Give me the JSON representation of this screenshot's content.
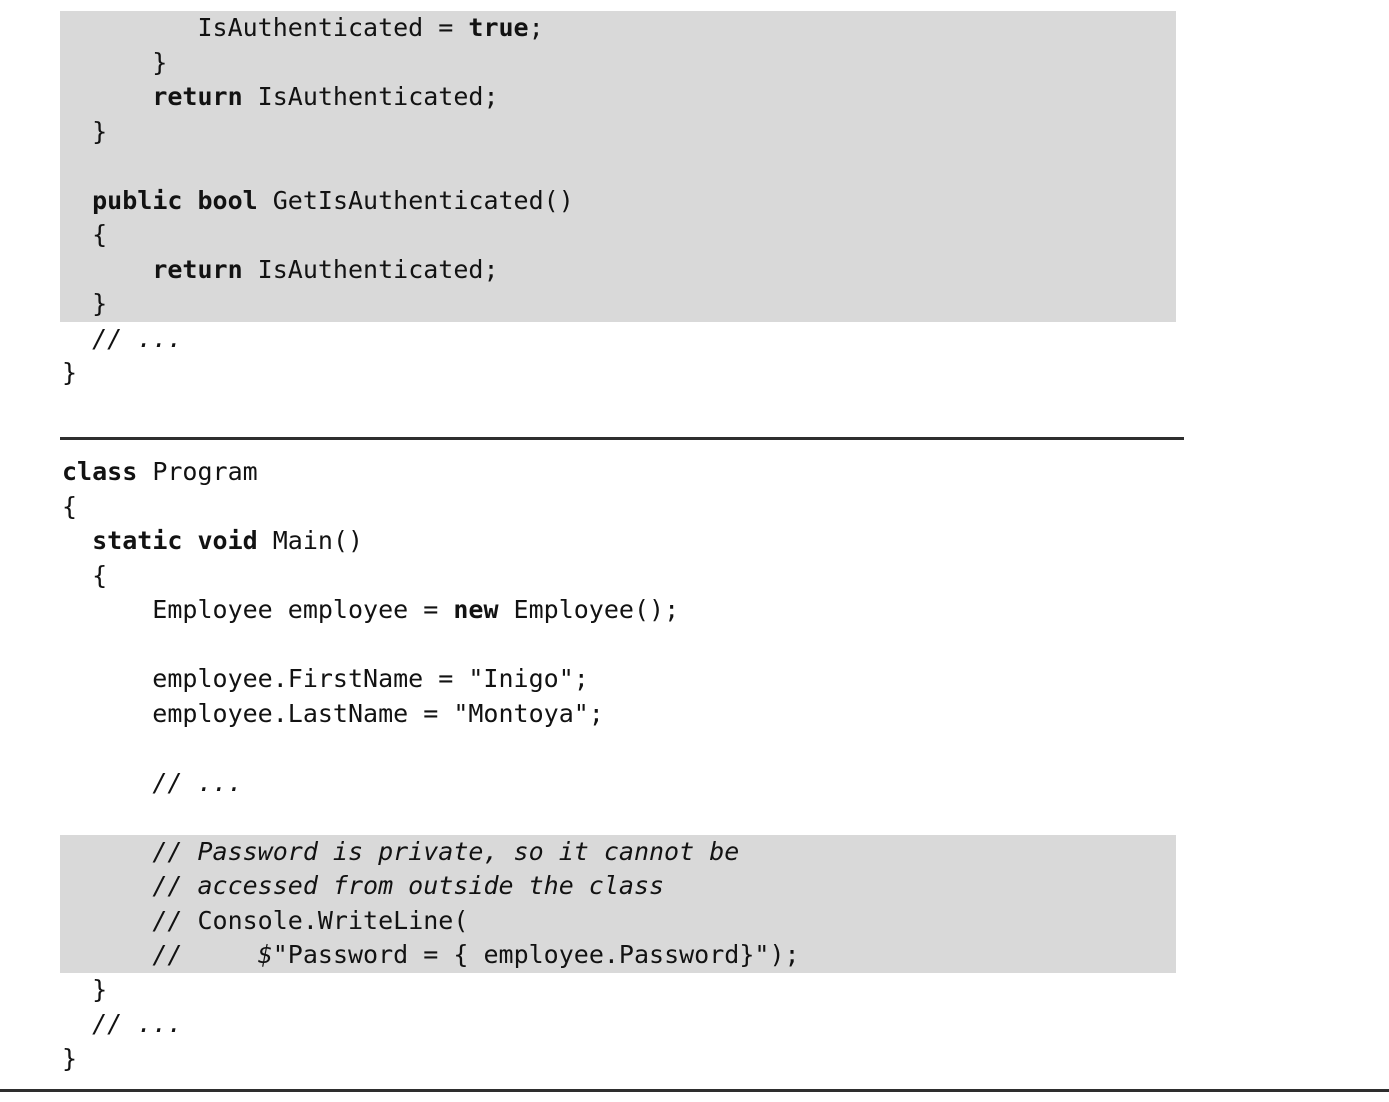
{
  "colors": {
    "background": "#ffffff",
    "highlight": "#d9d9d9",
    "text": "#121212",
    "rule": "#2e2e2e"
  },
  "listing_employee": {
    "lines": [
      {
        "hl": true,
        "segs": [
          {
            "t": "         IsAuthenticated = ",
            "s": "n"
          },
          {
            "t": "true",
            "s": "b"
          },
          {
            "t": ";",
            "s": "n"
          }
        ]
      },
      {
        "hl": true,
        "segs": [
          {
            "t": "      }",
            "s": "n"
          }
        ]
      },
      {
        "hl": true,
        "segs": [
          {
            "t": "      ",
            "s": "n"
          },
          {
            "t": "return",
            "s": "b"
          },
          {
            "t": " IsAuthenticated;",
            "s": "n"
          }
        ]
      },
      {
        "hl": true,
        "segs": [
          {
            "t": "  }",
            "s": "n"
          }
        ]
      },
      {
        "hl": true,
        "segs": []
      },
      {
        "hl": true,
        "segs": [
          {
            "t": "  ",
            "s": "n"
          },
          {
            "t": "public bool",
            "s": "b"
          },
          {
            "t": " GetIsAuthenticated()",
            "s": "n"
          }
        ]
      },
      {
        "hl": true,
        "segs": [
          {
            "t": "  {",
            "s": "n"
          }
        ]
      },
      {
        "hl": true,
        "segs": [
          {
            "t": "      ",
            "s": "n"
          },
          {
            "t": "return",
            "s": "b"
          },
          {
            "t": " IsAuthenticated;",
            "s": "n"
          }
        ]
      },
      {
        "hl": true,
        "segs": [
          {
            "t": "  }",
            "s": "n"
          }
        ]
      },
      {
        "hl": false,
        "segs": [
          {
            "t": "  ",
            "s": "n"
          },
          {
            "t": "// ...",
            "s": "i"
          }
        ]
      },
      {
        "hl": false,
        "segs": [
          {
            "t": "}",
            "s": "n"
          }
        ]
      }
    ]
  },
  "listing_program": {
    "lines": [
      {
        "hl": false,
        "segs": [
          {
            "t": "class",
            "s": "b"
          },
          {
            "t": " Program",
            "s": "n"
          }
        ]
      },
      {
        "hl": false,
        "segs": [
          {
            "t": "{",
            "s": "n"
          }
        ]
      },
      {
        "hl": false,
        "segs": [
          {
            "t": "  ",
            "s": "n"
          },
          {
            "t": "static void",
            "s": "b"
          },
          {
            "t": " Main()",
            "s": "n"
          }
        ]
      },
      {
        "hl": false,
        "segs": [
          {
            "t": "  {",
            "s": "n"
          }
        ]
      },
      {
        "hl": false,
        "segs": [
          {
            "t": "      Employee employee = ",
            "s": "n"
          },
          {
            "t": "new",
            "s": "b"
          },
          {
            "t": " Employee();",
            "s": "n"
          }
        ]
      },
      {
        "hl": false,
        "segs": []
      },
      {
        "hl": false,
        "segs": [
          {
            "t": "      employee.FirstName = \"Inigo\";",
            "s": "n"
          }
        ]
      },
      {
        "hl": false,
        "segs": [
          {
            "t": "      employee.LastName = \"Montoya\";",
            "s": "n"
          }
        ]
      },
      {
        "hl": false,
        "segs": []
      },
      {
        "hl": false,
        "segs": [
          {
            "t": "      ",
            "s": "n"
          },
          {
            "t": "// ...",
            "s": "i"
          }
        ]
      },
      {
        "hl": false,
        "segs": []
      },
      {
        "hl": true,
        "segs": [
          {
            "t": "      ",
            "s": "n"
          },
          {
            "t": "// Password is private, so it cannot be",
            "s": "i"
          }
        ]
      },
      {
        "hl": true,
        "segs": [
          {
            "t": "      ",
            "s": "n"
          },
          {
            "t": "// accessed from outside the class",
            "s": "i"
          }
        ]
      },
      {
        "hl": true,
        "segs": [
          {
            "t": "      ",
            "s": "n"
          },
          {
            "t": "//",
            "s": "i"
          },
          {
            "t": " Console.WriteLine(",
            "s": "n"
          }
        ]
      },
      {
        "hl": true,
        "segs": [
          {
            "t": "      ",
            "s": "n"
          },
          {
            "t": "//",
            "s": "i"
          },
          {
            "t": "     ",
            "s": "n"
          },
          {
            "t": "$",
            "s": "i"
          },
          {
            "t": "\"Password = { employee.Password}\");",
            "s": "n"
          }
        ]
      },
      {
        "hl": false,
        "segs": [
          {
            "t": "  }",
            "s": "n"
          }
        ]
      },
      {
        "hl": false,
        "segs": [
          {
            "t": "  ",
            "s": "n"
          },
          {
            "t": "// ...",
            "s": "i"
          }
        ]
      },
      {
        "hl": false,
        "segs": [
          {
            "t": "}",
            "s": "n"
          }
        ]
      }
    ]
  }
}
